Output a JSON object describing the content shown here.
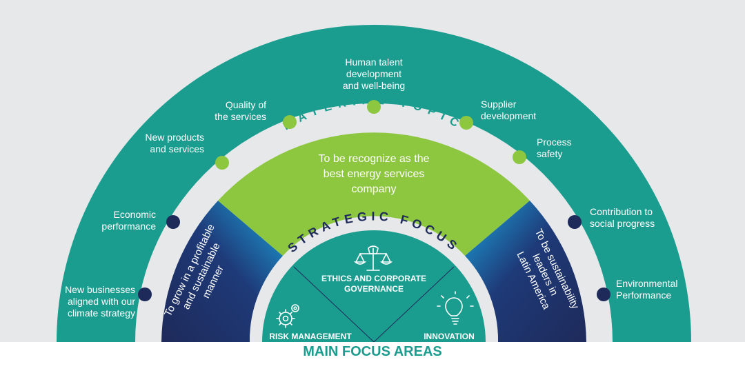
{
  "outer_topics_left": [
    {
      "text": "New businesses\naligned with our\nclimate strategy"
    },
    {
      "text": "Economic\nperformance"
    },
    {
      "text": "New products\nand services"
    },
    {
      "text": "Quality of\nthe services"
    }
  ],
  "outer_topic_top": {
    "text": "Human talent\ndevelopment\nand well-being"
  },
  "outer_topics_right": [
    {
      "text": "Supplier\ndevelopment"
    },
    {
      "text": "Process\nsafety"
    },
    {
      "text": "Contribution to\nsocial progress"
    },
    {
      "text": "Environmental\nPerformance"
    }
  ],
  "material_topic_label": "MATERIAL TOPIC",
  "strategic_focus_label": "STRATEGIC FOCUS",
  "green_segment_text": "To be recognize as the\nbest energy services\ncompany",
  "left_segment_text": "To grow in a profitable\nand sustainable\nmanner",
  "right_segment_text": "To be sustainability\nleaders in\nLatin America",
  "focus_areas": {
    "center": "ETHICS AND CORPORATE\nGOVERNANCE",
    "left": "RISK MANAGEMENT",
    "right": "INNOVATION"
  },
  "footer_title": "MAIN FOCUS AREAS",
  "colors": {
    "teal": "#1a9d8f",
    "green": "#8dc63f",
    "navy": "#1e2a5a",
    "blue_gradient_end": "#1ba6de",
    "background": "#e6e8ea"
  }
}
